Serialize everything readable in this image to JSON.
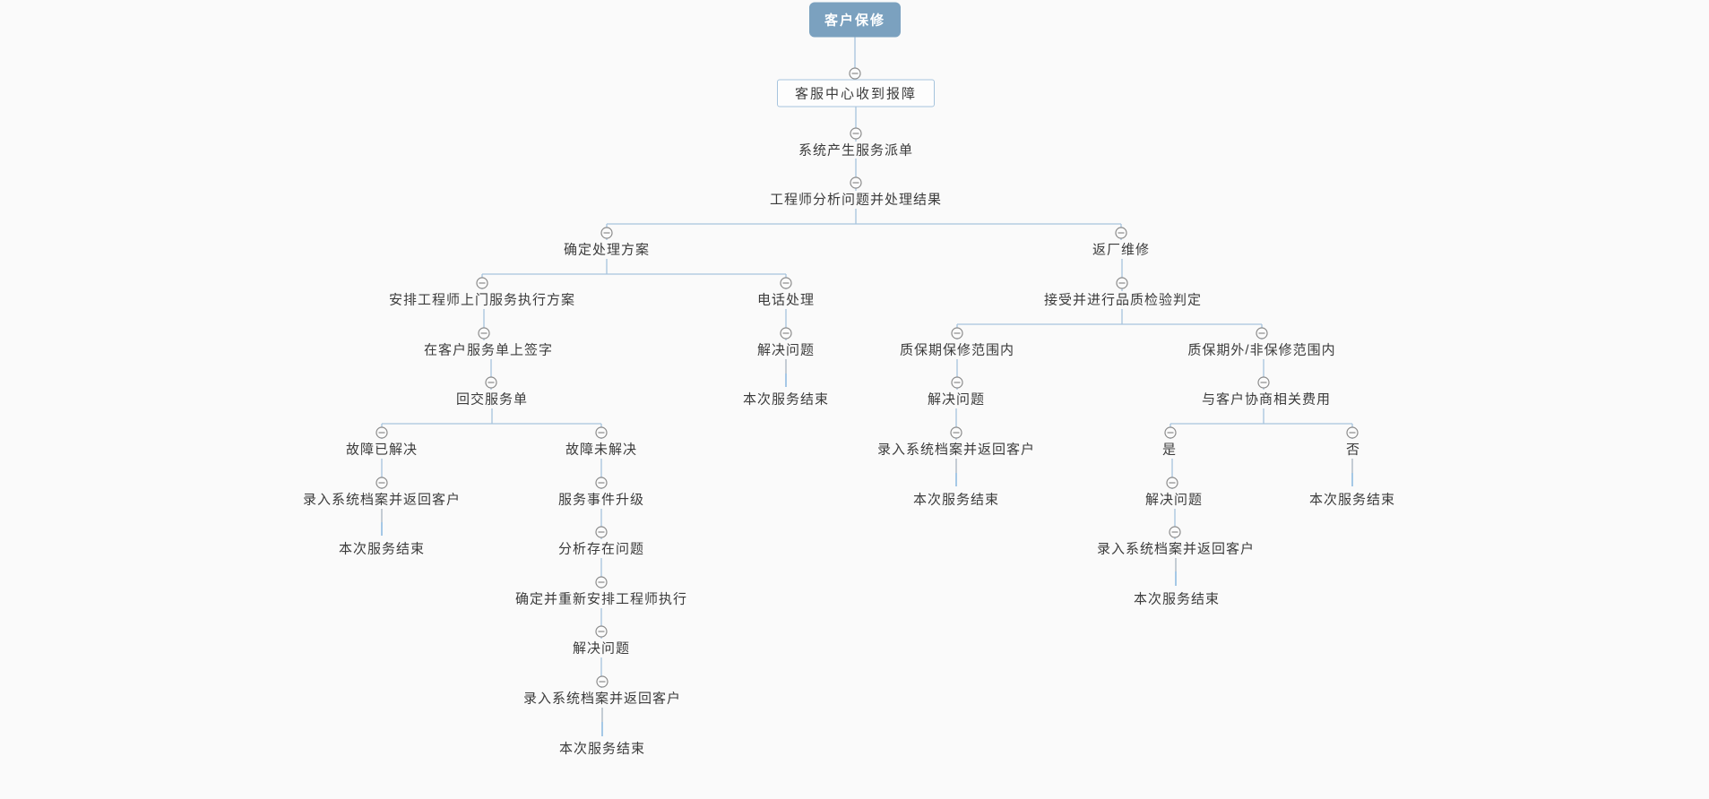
{
  "diagram": {
    "type": "mindmap-tree",
    "orientation": "top-down",
    "root_label": "客户保修"
  },
  "colors": {
    "background": "#fafafa",
    "root_fill": "#7ba1bf",
    "root_text": "#ffffff",
    "box_border": "#a6c4dd",
    "box_fill": "#fdfdfd",
    "connector": "#a6c3dd",
    "connector_leaf": "#a5c8e6",
    "toggle_stroke": "#8c8c8c",
    "text": "#3b3b3b"
  },
  "nodes": [
    {
      "id": 0,
      "label": "客户保修",
      "parent": null,
      "style": "root",
      "collapse_icon": false
    },
    {
      "id": 1,
      "label": "客服中心收到报障",
      "parent": 0,
      "style": "boxed",
      "collapse_icon": true
    },
    {
      "id": 2,
      "label": "系统产生服务派单",
      "parent": 1,
      "style": "text",
      "collapse_icon": true
    },
    {
      "id": 3,
      "label": "工程师分析问题并处理结果",
      "parent": 2,
      "style": "text",
      "collapse_icon": true
    },
    {
      "id": 4,
      "label": "确定处理方案",
      "parent": 3,
      "style": "text",
      "collapse_icon": true
    },
    {
      "id": 5,
      "label": "返厂维修",
      "parent": 3,
      "style": "text",
      "collapse_icon": true
    },
    {
      "id": 6,
      "label": "安排工程师上门服务执行方案",
      "parent": 4,
      "style": "text",
      "collapse_icon": true
    },
    {
      "id": 7,
      "label": "电话处理",
      "parent": 4,
      "style": "text",
      "collapse_icon": true
    },
    {
      "id": 8,
      "label": "接受并进行品质检验判定",
      "parent": 5,
      "style": "text",
      "collapse_icon": true
    },
    {
      "id": 9,
      "label": "在客户服务单上签字",
      "parent": 6,
      "style": "text",
      "collapse_icon": true
    },
    {
      "id": 10,
      "label": "解决问题",
      "parent": 7,
      "style": "text",
      "collapse_icon": true
    },
    {
      "id": 11,
      "label": "质保期保修范围内",
      "parent": 8,
      "style": "text",
      "collapse_icon": true
    },
    {
      "id": 12,
      "label": "质保期外/非保修范围内",
      "parent": 8,
      "style": "text",
      "collapse_icon": true
    },
    {
      "id": 13,
      "label": "回交服务单",
      "parent": 9,
      "style": "text",
      "collapse_icon": true
    },
    {
      "id": 14,
      "label": "本次服务结束",
      "parent": 10,
      "style": "text",
      "collapse_icon": false
    },
    {
      "id": 15,
      "label": "解决问题",
      "parent": 11,
      "style": "text",
      "collapse_icon": true
    },
    {
      "id": 16,
      "label": "与客户协商相关费用",
      "parent": 12,
      "style": "text",
      "collapse_icon": true
    },
    {
      "id": 17,
      "label": "故障已解决",
      "parent": 13,
      "style": "text",
      "collapse_icon": true
    },
    {
      "id": 18,
      "label": "故障未解决",
      "parent": 13,
      "style": "text",
      "collapse_icon": true
    },
    {
      "id": 19,
      "label": "录入系统档案并返回客户",
      "parent": 15,
      "style": "text",
      "collapse_icon": true
    },
    {
      "id": 20,
      "label": "是",
      "parent": 16,
      "style": "text",
      "collapse_icon": true
    },
    {
      "id": 21,
      "label": "否",
      "parent": 16,
      "style": "text",
      "collapse_icon": true
    },
    {
      "id": 22,
      "label": "录入系统档案并返回客户",
      "parent": 17,
      "style": "text",
      "collapse_icon": true
    },
    {
      "id": 23,
      "label": "服务事件升级",
      "parent": 18,
      "style": "text",
      "collapse_icon": true
    },
    {
      "id": 24,
      "label": "本次服务结束",
      "parent": 19,
      "style": "text",
      "collapse_icon": false
    },
    {
      "id": 25,
      "label": "解决问题",
      "parent": 20,
      "style": "text",
      "collapse_icon": true
    },
    {
      "id": 26,
      "label": "本次服务结束",
      "parent": 21,
      "style": "text",
      "collapse_icon": false
    },
    {
      "id": 27,
      "label": "本次服务结束",
      "parent": 22,
      "style": "text",
      "collapse_icon": false
    },
    {
      "id": 28,
      "label": "分析存在问题",
      "parent": 23,
      "style": "text",
      "collapse_icon": true
    },
    {
      "id": 29,
      "label": "录入系统档案并返回客户",
      "parent": 25,
      "style": "text",
      "collapse_icon": true
    },
    {
      "id": 30,
      "label": "确定并重新安排工程师执行",
      "parent": 28,
      "style": "text",
      "collapse_icon": true
    },
    {
      "id": 31,
      "label": "本次服务结束",
      "parent": 29,
      "style": "text",
      "collapse_icon": false
    },
    {
      "id": 32,
      "label": "解决问题",
      "parent": 30,
      "style": "text",
      "collapse_icon": true
    },
    {
      "id": 33,
      "label": "录入系统档案并返回客户",
      "parent": 32,
      "style": "text",
      "collapse_icon": true
    },
    {
      "id": 34,
      "label": "本次服务结束",
      "parent": 33,
      "style": "text",
      "collapse_icon": false
    }
  ]
}
